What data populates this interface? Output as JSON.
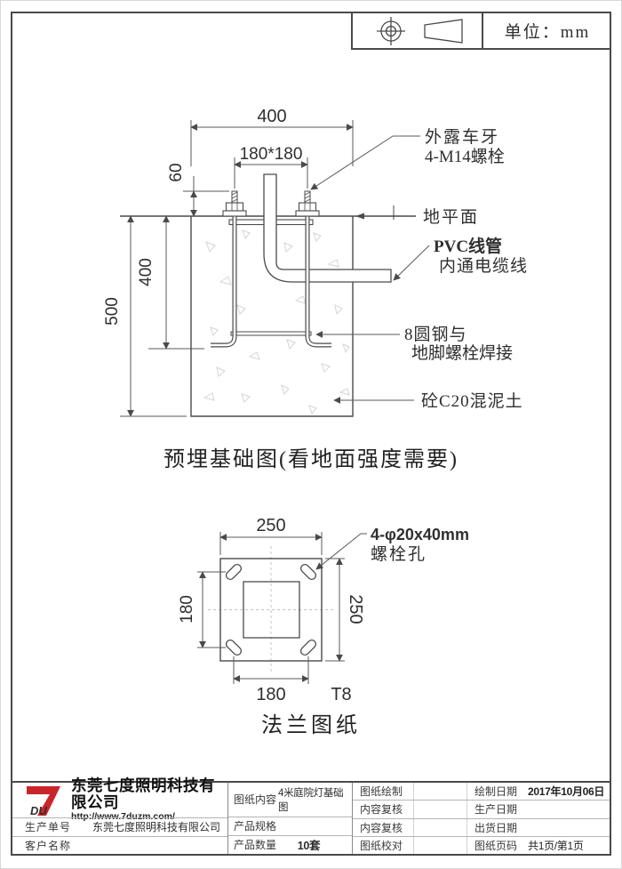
{
  "sheet": {
    "unit": "单位：mm"
  },
  "colors": {
    "line": "#4a4a4a",
    "text": "#2f2f2f",
    "accent_red": "#c9252b"
  },
  "foundation": {
    "caption": "预埋基础图(看地面强度需要)",
    "dims": {
      "width": "400",
      "bolt_spacing": "180*180",
      "exposed_height": "60",
      "anchor_depth": "400",
      "total_depth": "500"
    },
    "labels": {
      "bolt_line1": "外露车牙",
      "bolt_line2": "4-M14螺栓",
      "ground": "地平面",
      "pvc_line1": "PVC线管",
      "pvc_line2": "内通电缆线",
      "rebar_line1": "8圆钢与",
      "rebar_line2": "地脚螺栓焊接",
      "concrete": "砼C20混泥土"
    }
  },
  "flange": {
    "caption": "法兰图纸",
    "dims": {
      "plate_width": "250",
      "plate_height": "250",
      "hole_spacing_h": "180",
      "hole_spacing_v": "180",
      "thickness": "T8"
    },
    "labels": {
      "holes_line1": "4-φ20x40mm",
      "holes_line2": "螺栓孔"
    }
  },
  "titleblock": {
    "logo": {
      "seven": "7",
      "du": "DU"
    },
    "company": "东莞七度照明科技有限公司",
    "url": "http://www.7duzm.com/",
    "left_rows": [
      {
        "label": "生产单号",
        "value": "东莞七度照明科技有限公司"
      },
      {
        "label": "客户名称",
        "value": ""
      }
    ],
    "middle_rows": [
      {
        "label": "图纸内容",
        "value": "4米庭院灯基础图"
      },
      {
        "label": "产品规格",
        "value": ""
      },
      {
        "label": "产品数量",
        "value": "10套"
      }
    ],
    "right_rows": [
      {
        "label": "图纸绘制",
        "value": "",
        "label2": "绘制日期",
        "value2": "2017年10月06日"
      },
      {
        "label": "内容复核",
        "value": "",
        "label2": "生产日期",
        "value2": ""
      },
      {
        "label": "内容复核",
        "value": "",
        "label2": "出货日期",
        "value2": ""
      },
      {
        "label": "图纸校对",
        "value": "",
        "label2": "图纸页码",
        "value2": "共1页/第1页"
      }
    ]
  }
}
